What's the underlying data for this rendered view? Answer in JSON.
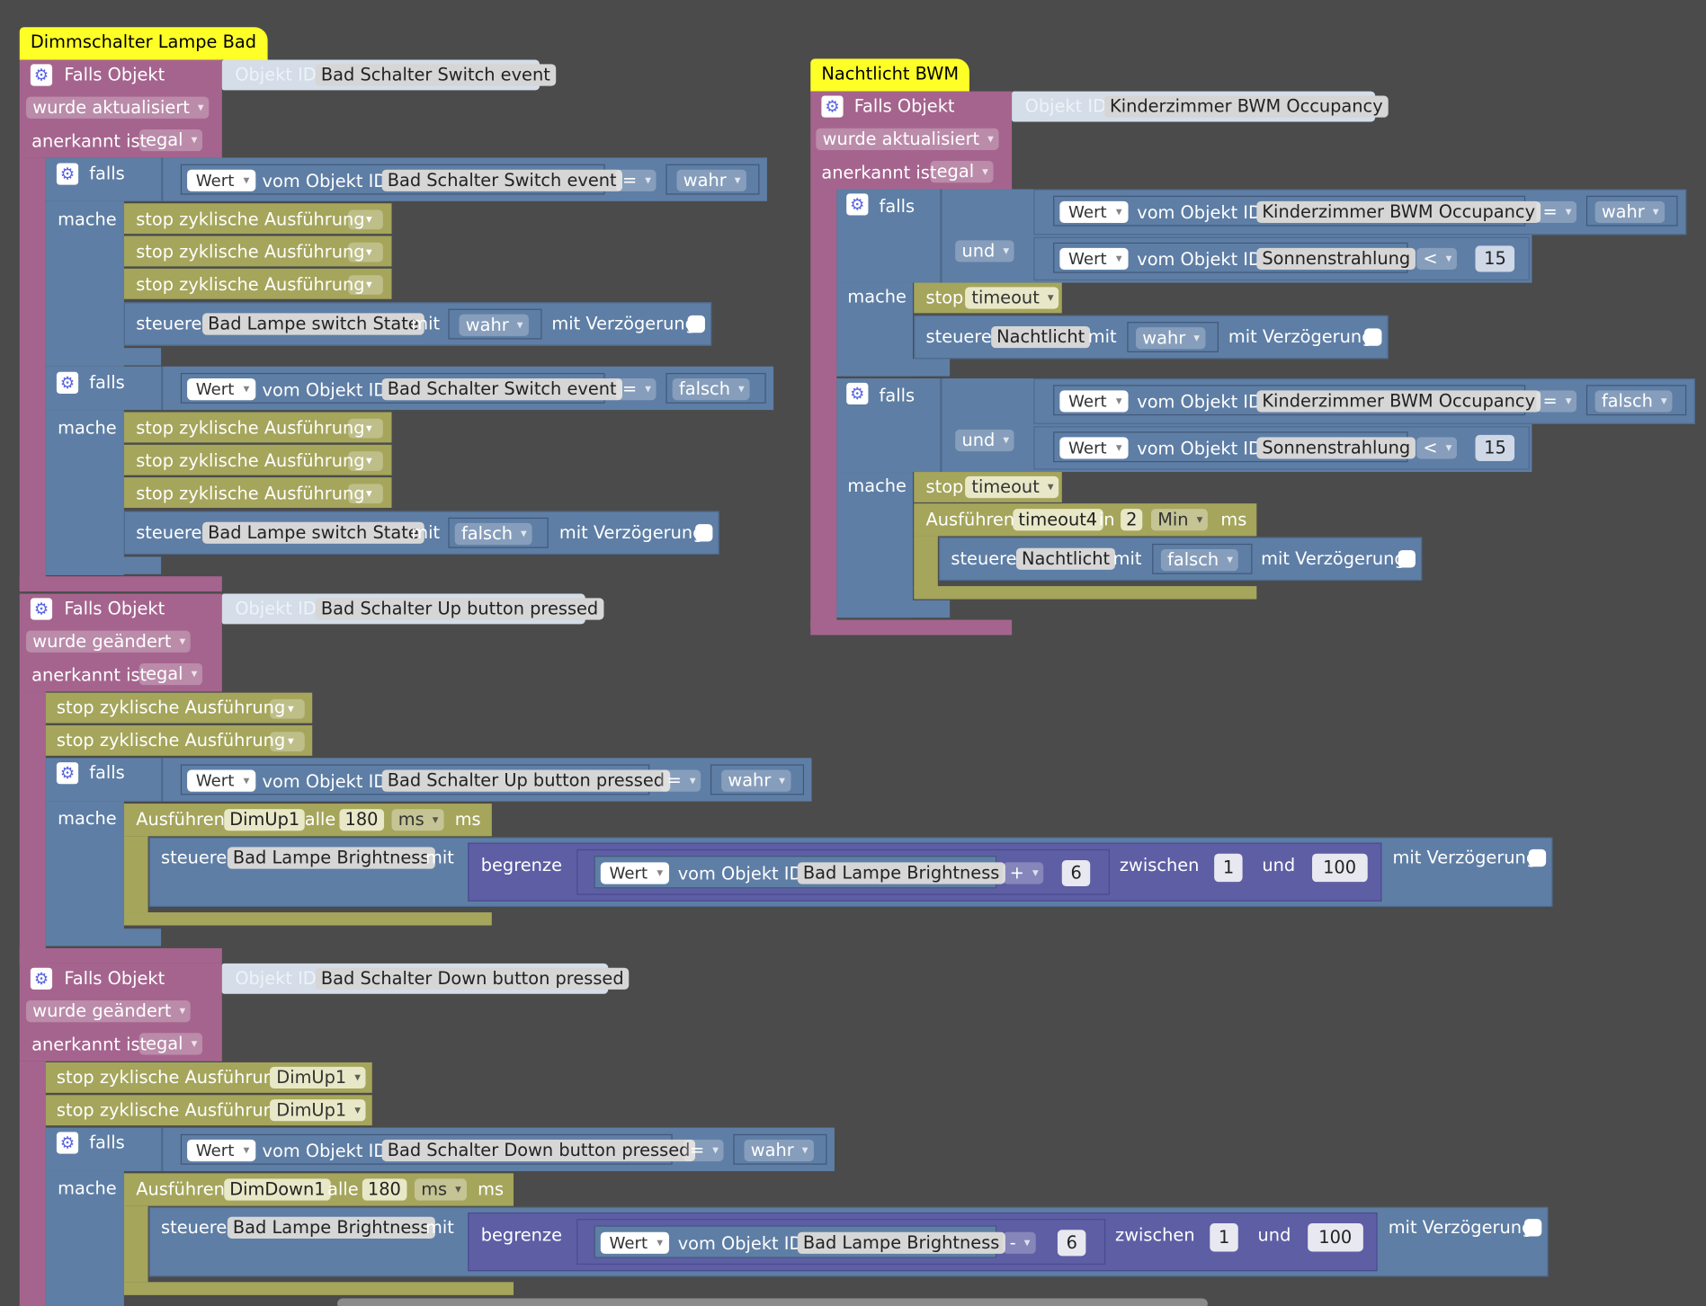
{
  "labels": {
    "falls_objekt": "Falls Objekt",
    "objekt_id": "Objekt ID",
    "anerkannt_ist": "anerkannt ist",
    "falls": "falls",
    "mache": "mache",
    "stop_zyklisch": "stop zyklische Ausführung",
    "steuere": "steuere",
    "mit": "mit",
    "mit_verzoegerung": "mit Verzögerung",
    "wert": "Wert",
    "vom_objekt_id": "vom Objekt ID",
    "und": "und",
    "stop": "stop",
    "ausfuehren": "Ausführen",
    "in": "in",
    "ms": "ms",
    "alle": "alle",
    "begrenze": "begrenze",
    "zwischen": "zwischen"
  },
  "dd": {
    "aktualisiert": "wurde aktualisiert",
    "geaendert": "wurde geändert",
    "egal": "egal",
    "wert": "Wert",
    "eq": "=",
    "lt": "<",
    "plus": "+",
    "minus": "-",
    "wahr": "wahr",
    "falsch": "falsch",
    "und": "und",
    "timeout": "timeout",
    "min": "Min",
    "ms": "ms",
    "dimup": "DimUp1"
  },
  "g1": {
    "title": "Dimmschalter Lampe Bad",
    "e1": {
      "obj": "Bad Schalter Switch event",
      "lamp_state": "Bad Lampe switch State"
    },
    "e2": {
      "obj": "Bad Schalter Up button pressed",
      "timer": "DimUp1",
      "interval": "180",
      "bright": "Bad Lampe Brightness",
      "step": "6",
      "min": "1",
      "max": "100"
    },
    "e3": {
      "obj": "Bad Schalter Down button pressed",
      "timer": "DimDown1",
      "interval": "180",
      "bright": "Bad Lampe Brightness",
      "step": "6",
      "min": "1",
      "max": "100"
    }
  },
  "g2": {
    "title": "Nachtlicht BWM",
    "obj": "Kinderzimmer BWM Occupancy",
    "sun": "Sonnenstrahlung",
    "threshold": "15",
    "light": "Nachtlicht",
    "timer": "timeout4",
    "delay": "2"
  }
}
